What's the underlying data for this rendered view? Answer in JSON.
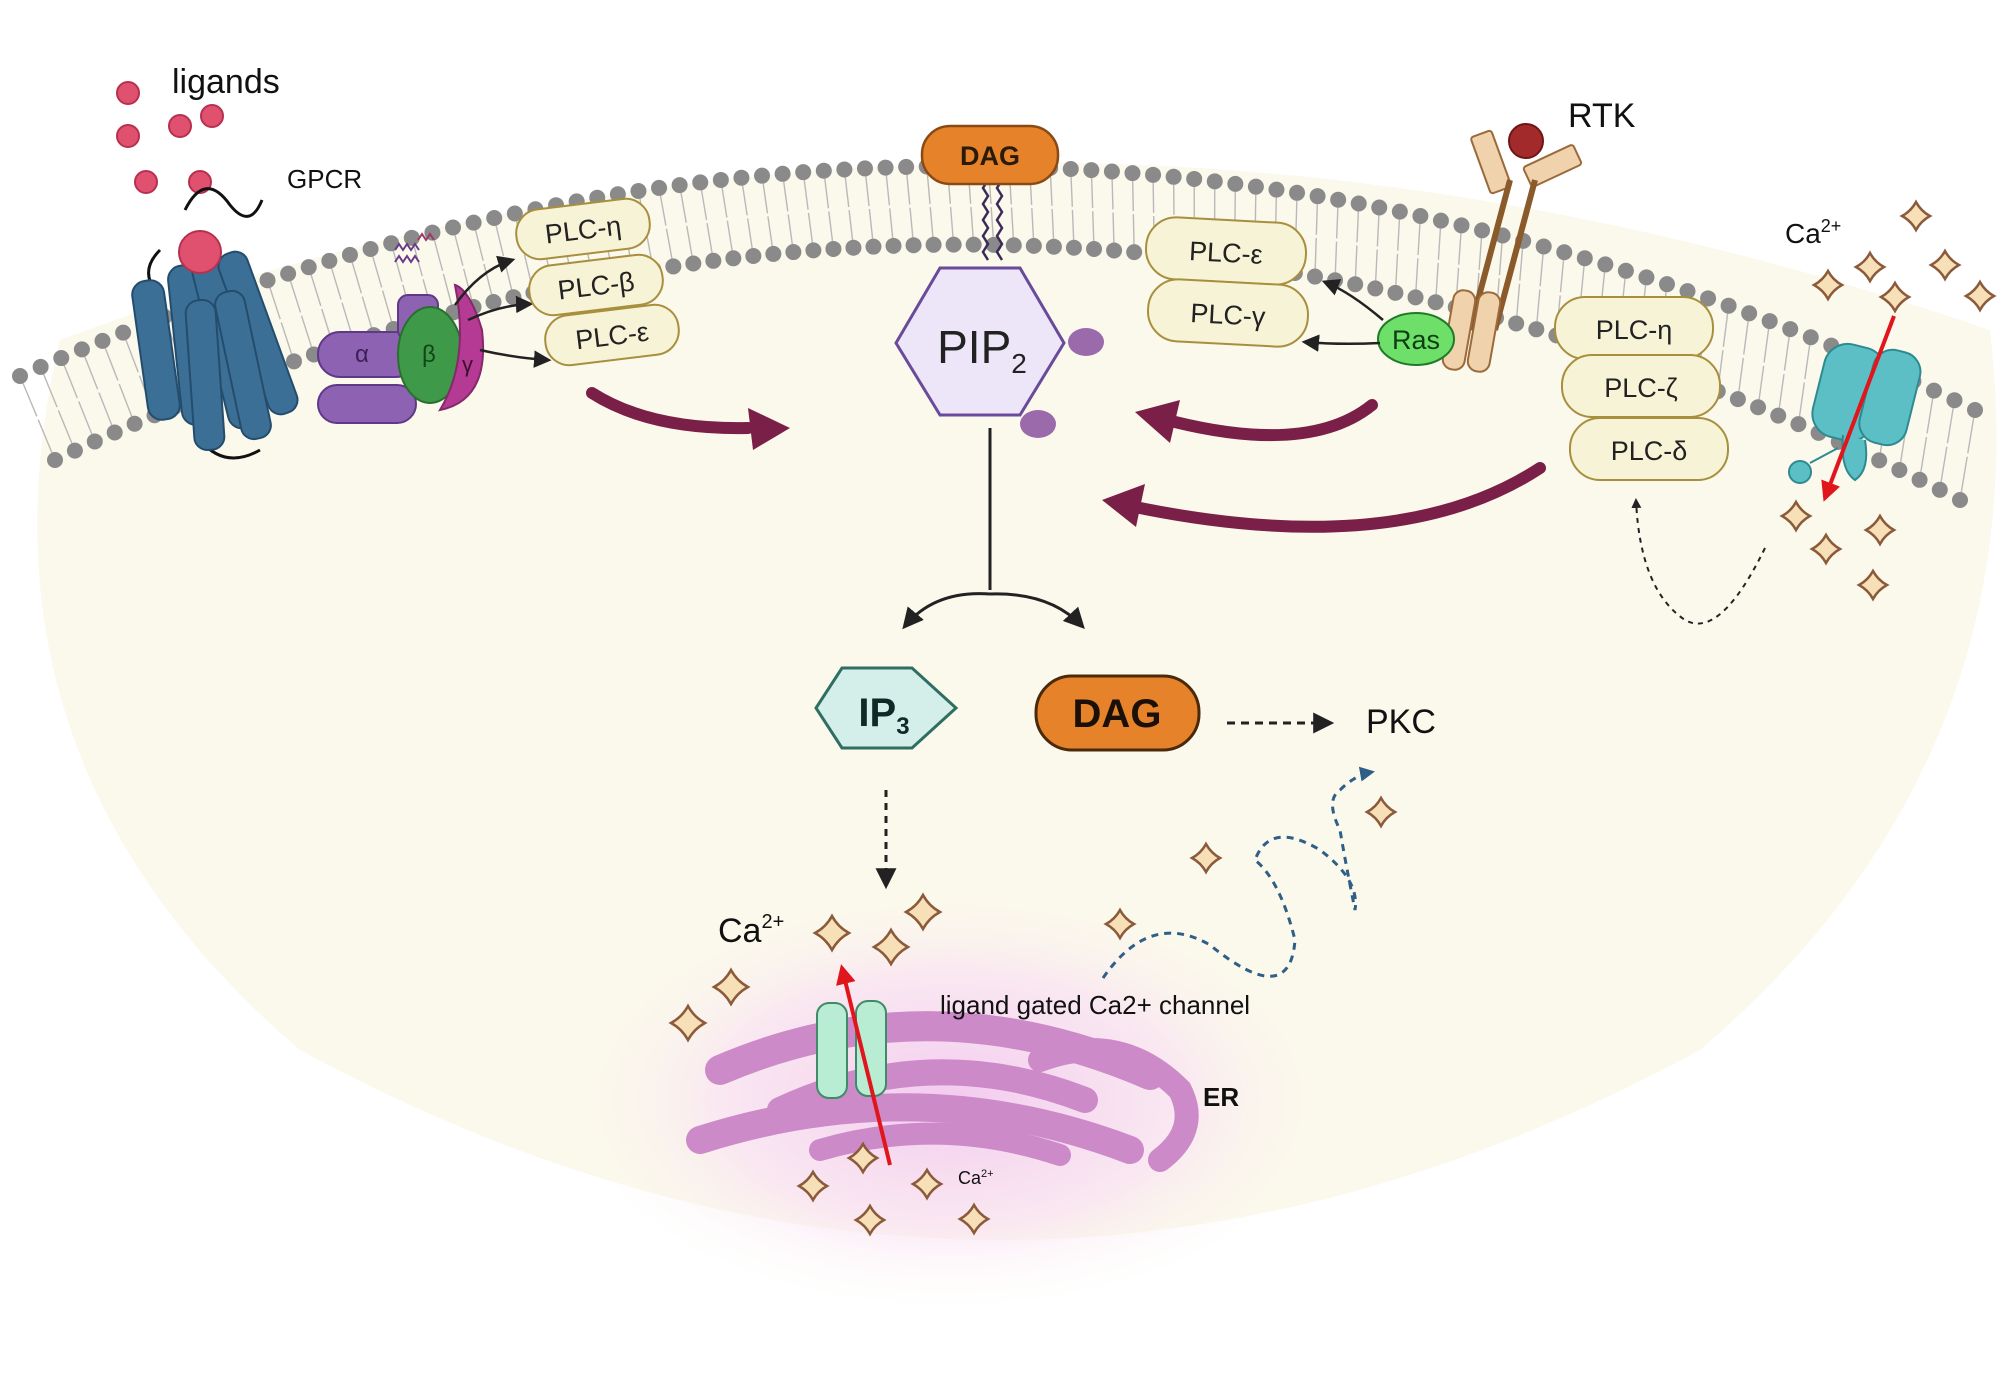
{
  "labels": {
    "ligands": "ligands",
    "gpcr": "GPCR",
    "rtk": "RTK",
    "dag_membrane": "DAG",
    "pip2_main": "PIP",
    "pip2_sub": "2",
    "ip3_main": "IP",
    "ip3_sub": "3",
    "dag_product": "DAG",
    "pkc": "PKC",
    "ca_top_main": "Ca",
    "ca_top_sup": "2+",
    "ca_er_main": "Ca",
    "ca_er_sup": "2+",
    "ca_lumen_main": "Ca",
    "ca_lumen_sup": "2+",
    "ligand_channel": "ligand gated Ca2+ channel",
    "er": "ER",
    "ras": "Ras",
    "g_alpha": "α",
    "g_beta": "β",
    "g_gamma": "γ"
  },
  "plc_left": [
    "PLC-η",
    "PLC-β",
    "PLC-ε"
  ],
  "plc_ras": [
    "PLC-ε",
    "PLC-γ"
  ],
  "plc_right": [
    "PLC-η",
    "PLC-ζ",
    "PLC-δ"
  ],
  "colors": {
    "cell_fill": "#fbf8ec",
    "lipid_head": "#8a8a8a",
    "plc_fill": "#f7f3d6",
    "plc_stroke": "#a88f3e",
    "dag_orange": "#e6822a",
    "pip2_fill": "#ede6f8",
    "pip2_stroke": "#6a4a9a",
    "ip3_fill": "#d4efe9",
    "ip3_stroke": "#2f6f62",
    "big_arrow": "#7a1f47",
    "gpcr_blue": "#3c6f96",
    "ras_green": "#6ee06a",
    "er_pink": "#cc8ac8",
    "ca_star": "#f7e0b8",
    "ca_star_stroke": "#8a5a3a",
    "red_arrow": "#e0161c",
    "dotted_blue": "#2f5f86"
  }
}
